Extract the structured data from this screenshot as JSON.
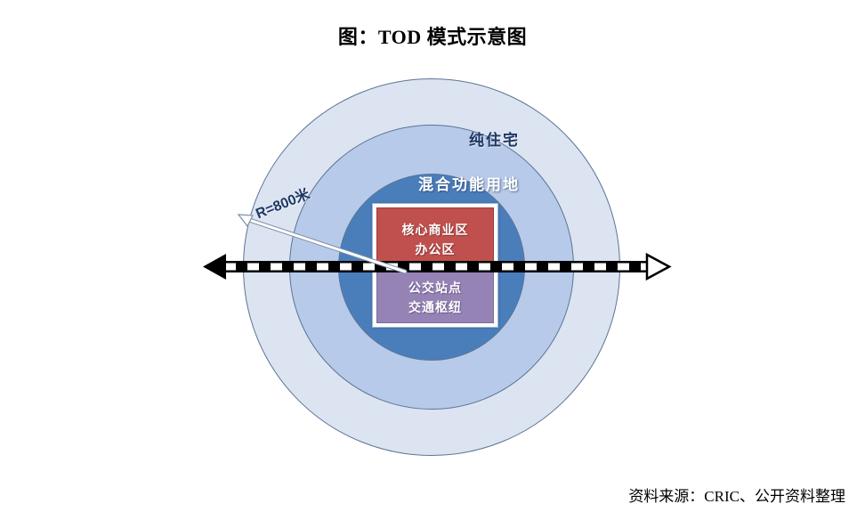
{
  "title": "图：TOD 模式示意图",
  "diagram": {
    "rings": [
      {
        "name": "outer",
        "label": "纯住宅",
        "color": "#dce4f1",
        "border": "#5b7494"
      },
      {
        "name": "middle",
        "label": "混合功能用地",
        "color": "#b7caea",
        "border": "#5b7494"
      },
      {
        "name": "inner",
        "label": "",
        "color": "#4a7ebb",
        "border": "#5b7494"
      }
    ],
    "core": {
      "top": {
        "lines": [
          "核心商业区",
          "办公区"
        ],
        "color": "#c0504d"
      },
      "bottom": {
        "lines": [
          "公交站点",
          "交通枢纽"
        ],
        "color": "#9683b5"
      }
    },
    "radius_callout": "R=800米",
    "transit_line": {
      "name": "rail-corridor",
      "left_arrow": "solid",
      "right_arrow": "hollow",
      "dash_colors": [
        "#000000",
        "#ffffff"
      ]
    }
  },
  "source": "资料来源：CRIC、公开资料整理"
}
